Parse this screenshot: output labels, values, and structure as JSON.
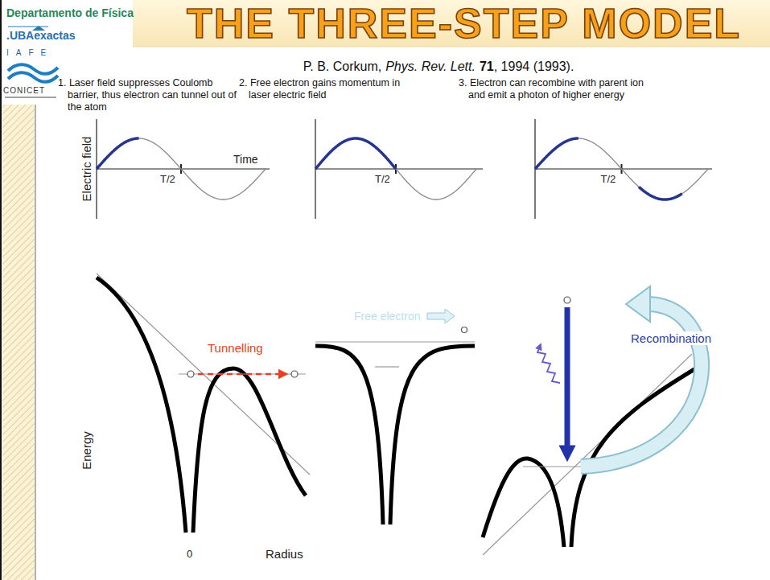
{
  "diagram": {
    "title": "THE THREE-STEP MODEL",
    "labels": [
      "Departamento de Física",
      ".UBAexactas",
      "IAFE",
      "CONICET",
      "P. B. Corkum,",
      "Phys. Rev. Lett.",
      "71",
      ", 1994 (1993).",
      "1. Laser field suppresses Coulomb barrier, thus electron can tunnel out of the atom",
      "2. Free electron gains momentum in laser electric field",
      "3. Electron can recombine with parent ion and emit a photon of higher energy",
      "Electric field",
      "Time",
      "T/2",
      "T/2",
      "T/2",
      "Energy",
      "0",
      "Radius",
      "Tunnelling",
      "Free electron",
      "Recombination"
    ]
  }
}
